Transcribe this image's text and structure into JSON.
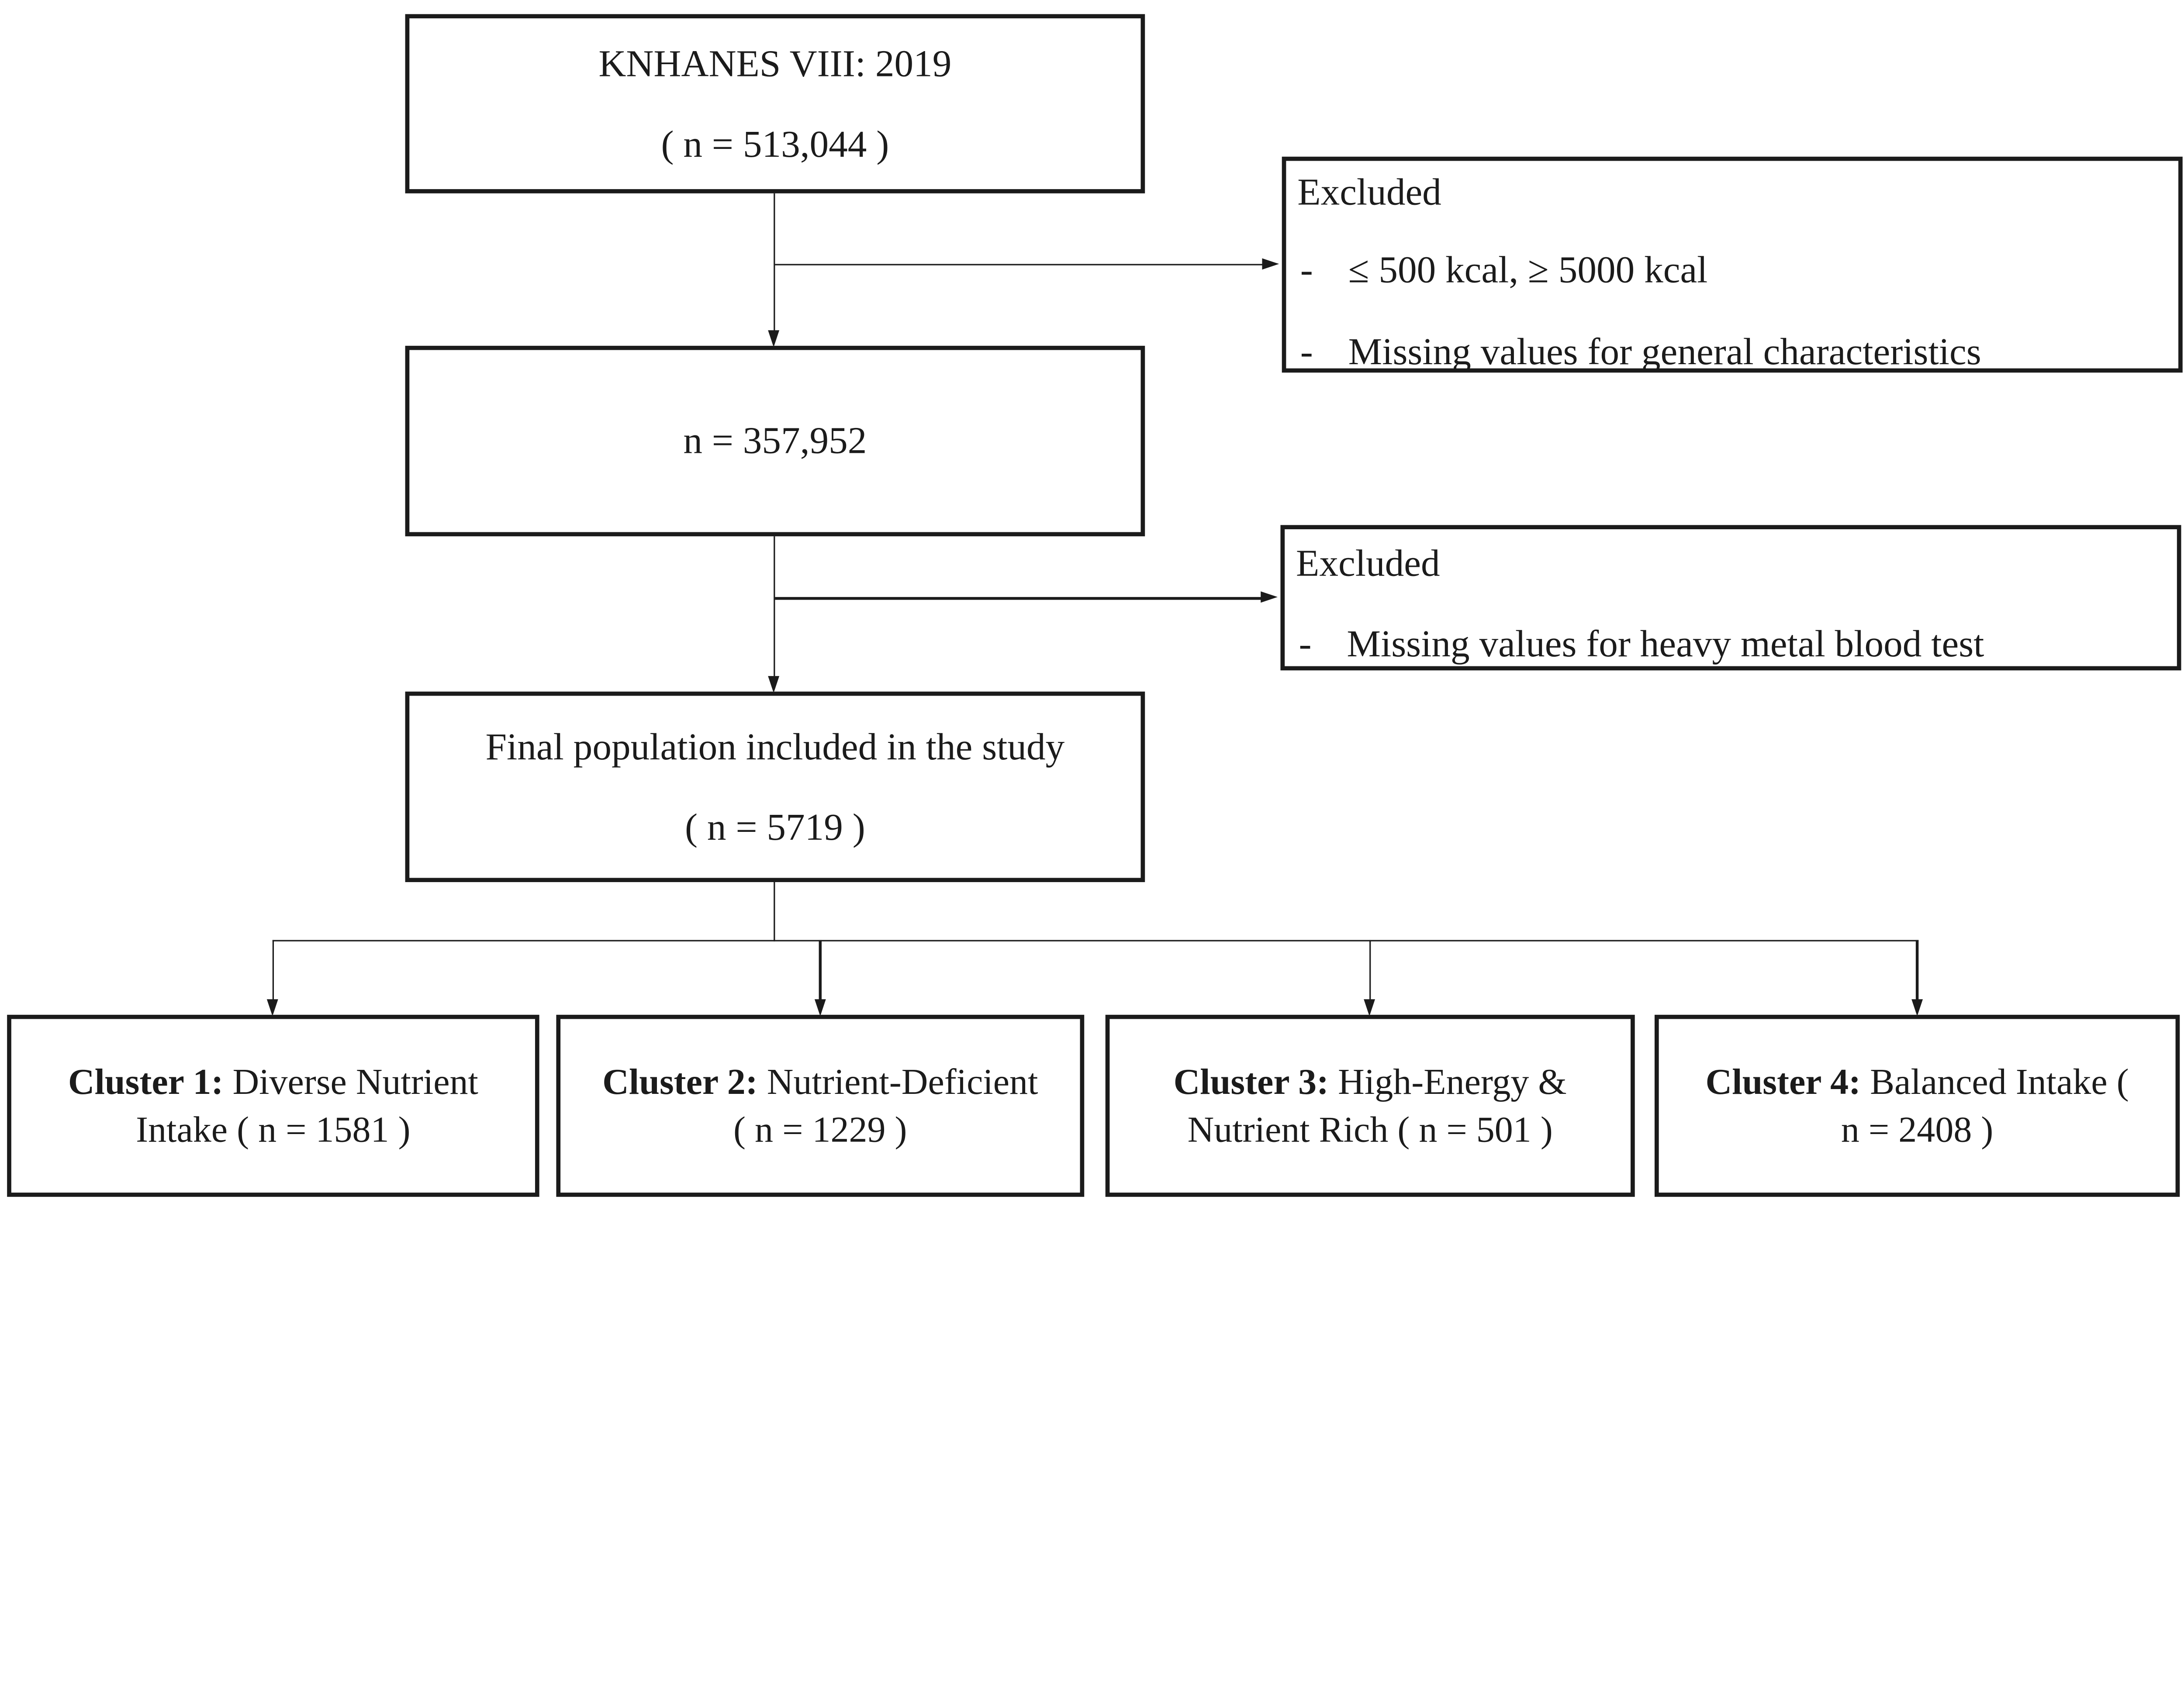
{
  "colors": {
    "ink": "#1b1b1b",
    "paper": "#ffffff"
  },
  "flow": {
    "source_box": {
      "line1": "KNHANES VIII: 2019",
      "line2": "( n = 513,044 )"
    },
    "excluded1": {
      "title": "Excluded",
      "bullet": "-",
      "items": [
        "≤ 500 kcal, ≥ 5000 kcal",
        "Missing values for general characteristics"
      ]
    },
    "interim_box": {
      "line1": "n = 357,952"
    },
    "excluded2": {
      "title": "Excluded",
      "bullet": "-",
      "items": [
        "Missing values for heavy metal blood test"
      ]
    },
    "final_box": {
      "line1": "Final population included in the study",
      "line2": "( n = 5719 )"
    },
    "clusters": [
      {
        "label": "Cluster 1:",
        "desc": "Diverse Nutrient Intake ( n = 1581 )"
      },
      {
        "label": "Cluster 2:",
        "desc": "Nutrient-Deficient ( n = 1229 )"
      },
      {
        "label": "Cluster 3:",
        "desc": "High-Energy & Nutrient Rich ( n = 501 )"
      },
      {
        "label": "Cluster 4:",
        "desc": "Balanced Intake ( n = 2408 )"
      }
    ]
  }
}
